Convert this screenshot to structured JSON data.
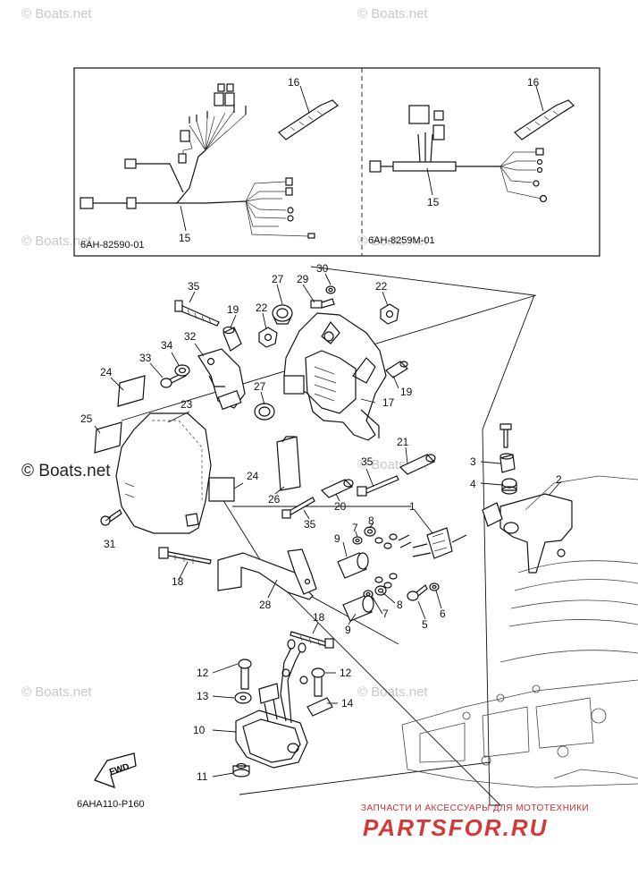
{
  "watermarks": {
    "boats_net": "© Boats.net",
    "partsfor_caption": "ЗАПЧАСТИ И АКСЕССУАРЫ ДЛЯ МОТОТЕХНИКИ",
    "partsfor_logo": "PARTSFOR.RU"
  },
  "inset_boxes": {
    "left_code": "6AH-82590-01",
    "right_code": "6AH-8259M-01"
  },
  "diagram_code": "6AHA110-P160",
  "fwd_label": "FWD",
  "callouts": {
    "c1": "1",
    "c2": "2",
    "c3": "3",
    "c4": "4",
    "c5": "5",
    "c6": "6",
    "c7": "7",
    "c8": "8",
    "c9": "9",
    "c10": "10",
    "c11": "11",
    "c12": "12",
    "c13": "13",
    "c14": "14",
    "c15": "15",
    "c16": "16",
    "c17": "17",
    "c18": "18",
    "c19": "19",
    "c20": "20",
    "c21": "21",
    "c22": "22",
    "c23": "23",
    "c24": "24",
    "c25": "25",
    "c26": "26",
    "c27": "27",
    "c28": "28",
    "c29": "29",
    "c30": "30",
    "c31": "31",
    "c32": "32",
    "c33": "33",
    "c34": "34",
    "c35": "35"
  }
}
